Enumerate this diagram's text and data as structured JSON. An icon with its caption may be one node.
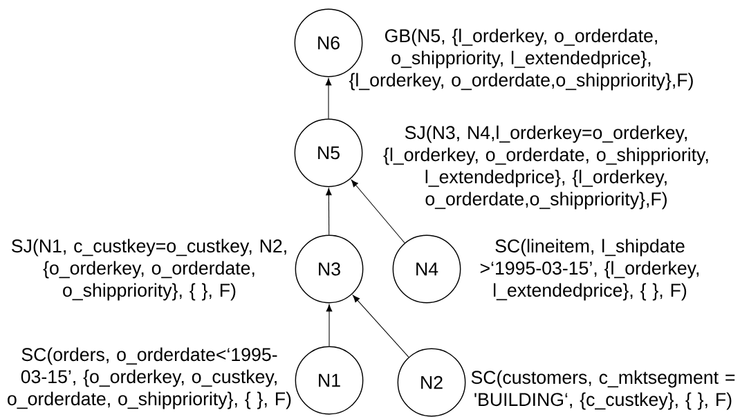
{
  "diagram": {
    "nodes": [
      {
        "text": [
          "N6"
        ],
        "beside": [
          "GB(N5, {l_orderkey, o_orderdate, o_shippriority, l_extendedprice}, {l_orderkey, o_orderdate,o_shippriority},F)"
        ]
      },
      {
        "text": [
          "N5"
        ],
        "beside": [
          "SJ(N3, N4,l_orderkey=o_orderkey, {l_orderkey, o_orderdate, o_shippriority, l_extendedprice}, {l_orderkey, o_orderdate,o_shippriority},F)"
        ]
      },
      {
        "text": [
          "N3"
        ],
        "beside": [
          "SJ(N1, c_custkey=o_custkey, N2, {o_orderkey, o_orderdate, o_shippriority}, { }, F)"
        ]
      },
      {
        "text": [
          "N4"
        ],
        "beside": [
          "SC(lineitem, l_shipdate >‘1995-03-15’,  {l_orderkey, l_extendedprice}, { }, F)"
        ]
      },
      {
        "text": [
          "N1"
        ],
        "beside": [
          "SC(orders, o_orderdate<‘1995-03-15’, {o_orderkey, o_custkey, o_orderdate, o_shippriority}, { }, F)"
        ]
      },
      {
        "text": [
          "N2"
        ],
        "beside": [
          "SC(customers, c_mktsegment = 'BUILDING‘, {c_custkey}, { }, F)"
        ]
      }
    ],
    "edges": [
      {
        "from": 4,
        "to": 2,
        "arrow": "to"
      },
      {
        "from": 5,
        "to": 2,
        "arrow": "to"
      },
      {
        "from": 2,
        "to": 1,
        "arrow": "to"
      },
      {
        "from": 3,
        "to": 1,
        "arrow": "to"
      },
      {
        "from": 1,
        "to": 0,
        "arrow": "to"
      }
    ]
  }
}
